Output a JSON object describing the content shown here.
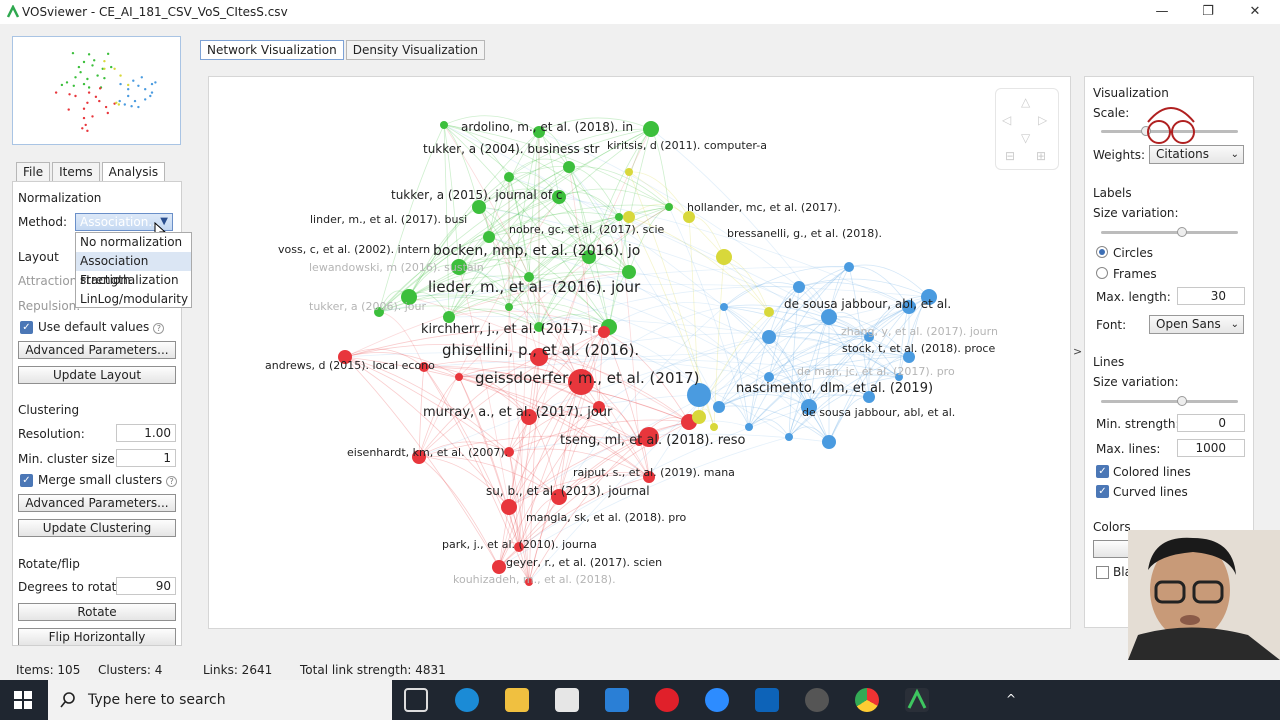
{
  "window": {
    "title": "VOSviewer - CE_AI_181_CSV_VoS_CItesS.csv",
    "minimize_glyph": "—",
    "maximize_glyph": "❐",
    "close_glyph": "✕"
  },
  "left_tabs": [
    "File",
    "Items",
    "Analysis"
  ],
  "analysis": {
    "normalization_heading": "Normalization",
    "method_label": "Method:",
    "method_value": "Association...",
    "dropdown_options": [
      "No normalization",
      "Association strength",
      "Fractionalization",
      "LinLog/modularity"
    ],
    "layout_heading": "Layout",
    "attraction_label": "Attraction:",
    "repulsion_label": "Repulsion:",
    "use_default_values": "Use default values",
    "advanced_params": "Advanced Parameters...",
    "update_layout": "Update Layout",
    "clustering_heading": "Clustering",
    "resolution_label": "Resolution:",
    "resolution_value": "1.00",
    "min_cluster_label": "Min. cluster size:",
    "min_cluster_value": "1",
    "merge_small": "Merge small clusters",
    "advanced_params2": "Advanced Parameters...",
    "update_clustering": "Update Clustering",
    "rotate_heading": "Rotate/flip",
    "degrees_label": "Degrees to rotate:",
    "degrees_value": "90",
    "rotate": "Rotate",
    "flip_h": "Flip Horizontally"
  },
  "view_tabs": [
    "Network Visualization",
    "Density Visualization"
  ],
  "network_labels": [
    {
      "text": "ardolino, m., et al. (2018). in",
      "cluster": "green"
    },
    {
      "text": "tukker, a (2004). business str",
      "cluster": "green"
    },
    {
      "text": "kiritsis, d (2011). computer-a",
      "cluster": "green"
    },
    {
      "text": "tukker, a (2015). journal of c",
      "cluster": "green"
    },
    {
      "text": "hollander, mc, et al. (2017).",
      "cluster": "green"
    },
    {
      "text": "linder, m., et al. (2017). busi",
      "cluster": "green"
    },
    {
      "text": "nobre, gc, et al. (2017). scie",
      "cluster": "green"
    },
    {
      "text": "bressanelli, g., et al. (2018).",
      "cluster": "blue"
    },
    {
      "text": "voss, c, et al. (2002). intern",
      "cluster": "green"
    },
    {
      "text": "bocken, nmp, et al. (2016). jo",
      "cluster": "green"
    },
    {
      "text": "lewandowski, m (2016). sustain",
      "cluster": "faded"
    },
    {
      "text": "lieder, m., et al. (2016). jour",
      "cluster": "green"
    },
    {
      "text": "de sousa jabbour, abl, et al.",
      "cluster": "blue"
    },
    {
      "text": "tukker, a (2006). jour",
      "cluster": "faded"
    },
    {
      "text": "kirchherr, j., et al. (2017). r",
      "cluster": "red"
    },
    {
      "text": "zhang, y, et al. (2017). journ",
      "cluster": "faded"
    },
    {
      "text": "stock, t, et al. (2018). proce",
      "cluster": "blue"
    },
    {
      "text": "ghisellini, p., et al. (2016).",
      "cluster": "red"
    },
    {
      "text": "andrews, d (2015). local econo",
      "cluster": "red"
    },
    {
      "text": "de man, jc, et al. (2017). pro",
      "cluster": "faded"
    },
    {
      "text": "geissdoerfer, m., et al. (2017)",
      "cluster": "red"
    },
    {
      "text": "nascimento, dlm, et al. (2019)",
      "cluster": "blue"
    },
    {
      "text": "murray, a., et al. (2017). jour",
      "cluster": "red"
    },
    {
      "text": "de sousa jabbour, abl, et al.",
      "cluster": "blue"
    },
    {
      "text": "tseng, ml, et al. (2018). reso",
      "cluster": "red"
    },
    {
      "text": "eisenhardt, km, et al. (2007).",
      "cluster": "red"
    },
    {
      "text": "rajput, s., et al. (2019). mana",
      "cluster": "red"
    },
    {
      "text": "su, b., et al. (2013). journal",
      "cluster": "red"
    },
    {
      "text": "mangla, sk, et al. (2018). pro",
      "cluster": "red"
    },
    {
      "text": "park, j., et al. (2010). journa",
      "cluster": "red"
    },
    {
      "text": "geyer, r., et al. (2017). scien",
      "cluster": "red"
    },
    {
      "text": "kouhizadeh, m., et al. (2018).",
      "cluster": "faded"
    }
  ],
  "right_panel": {
    "visualization_heading": "Visualization",
    "scale_label": "Scale:",
    "weights_label": "Weights:",
    "weights_value": "Citations",
    "labels_heading": "Labels",
    "size_variation": "Size variation:",
    "circles": "Circles",
    "frames": "Frames",
    "max_length_label": "Max. length:",
    "max_length_value": "30",
    "font_label": "Font:",
    "font_value": "Open Sans",
    "lines_heading": "Lines",
    "lines_size_variation": "Size variation:",
    "min_strength_label": "Min. strength:",
    "min_strength_value": "0",
    "max_lines_label": "Max. lines:",
    "max_lines_value": "1000",
    "colored_lines": "Colored lines",
    "curved_lines": "Curved lines",
    "colors_heading": "Colors",
    "black_label": "Bla"
  },
  "status": {
    "items": "Items:  105",
    "clusters": "Clusters:  4",
    "links": "Links:  2641",
    "total": "Total link strength:  4831"
  },
  "taskbar": {
    "search_placeholder": "Type here to search"
  },
  "colors": {
    "green": "#3cbf3c",
    "red": "#e8363c",
    "blue": "#4a9be0",
    "yellow": "#d8d83a",
    "faded": "#bbbbbb"
  }
}
